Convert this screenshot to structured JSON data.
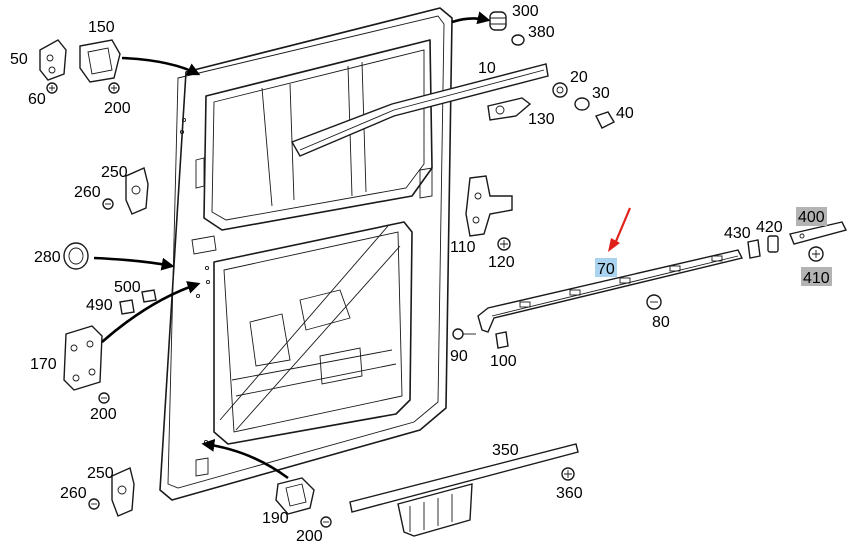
{
  "diagram": {
    "labels": {
      "p10": "10",
      "p20": "20",
      "p30": "30",
      "p40": "40",
      "p50": "50",
      "p60": "60",
      "p70": "70",
      "p80": "80",
      "p90": "90",
      "p100": "100",
      "p110": "110",
      "p120": "120",
      "p130": "130",
      "p150": "150",
      "p170": "170",
      "p190": "190",
      "p200a": "200",
      "p200b": "200",
      "p200c": "200",
      "p250a": "250",
      "p250b": "250",
      "p260a": "260",
      "p260b": "260",
      "p280": "280",
      "p300": "300",
      "p350": "350",
      "p360": "360",
      "p380": "380",
      "p400": "400",
      "p410": "410",
      "p420": "420",
      "p430": "430",
      "p490": "490",
      "p500": "500"
    },
    "highlight": {
      "selected_part": "70",
      "selected_color": "#a9d3ee",
      "pointer_color": "#e0201b",
      "greyed_color": "#b3b3b3"
    }
  }
}
